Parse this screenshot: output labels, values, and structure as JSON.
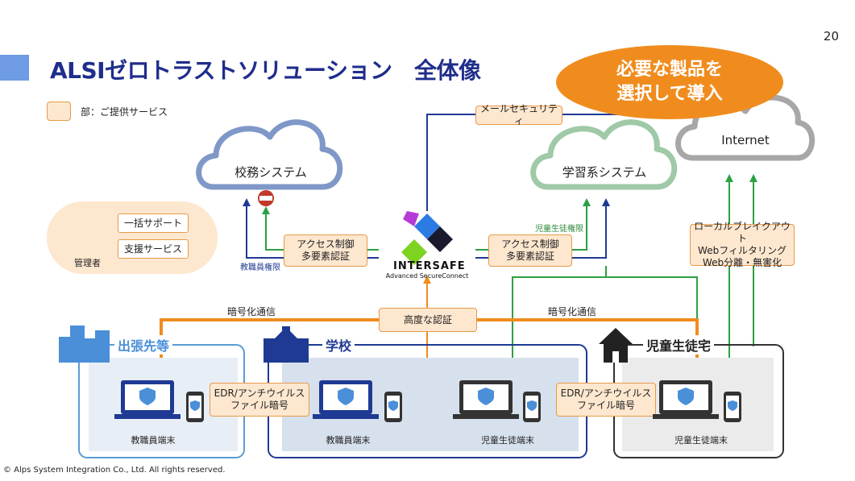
{
  "page_number": "20",
  "title": "ALSIゼロトラストソリューション　全体像",
  "legend": "部：ご提供サービス",
  "callout": [
    "必要な製品を",
    "選択して導入"
  ],
  "clouds": {
    "school_affairs": "校務システム",
    "learning": "学習系システム",
    "internet": "Internet"
  },
  "mail_security": "メールセキュリティ",
  "access_left": [
    "アクセス制御",
    "多要素認証"
  ],
  "access_right": [
    "アクセス制御",
    "多要素認証"
  ],
  "teacher_permission": "教職員権限",
  "student_permission": "児童生徒権限",
  "admin": {
    "label": "管理者",
    "support": "一括サポート",
    "service": "支援サービス"
  },
  "logo": {
    "name": "INTERSAFE",
    "sub": "Advanced SecureConnect"
  },
  "local_breakout": [
    "ローカルブレイクアウト",
    "Webフィルタリング",
    "Web分離・無害化"
  ],
  "encrypted_left": "暗号化通信",
  "encrypted_right": "暗号化通信",
  "advanced_auth": "高度な認証",
  "zones": {
    "business_trip": "出張先等",
    "school": "学校",
    "home": "児童生徒宅"
  },
  "edr_left": [
    "EDR/アンチウイルス",
    "ファイル暗号"
  ],
  "edr_right": [
    "EDR/アンチウイルス",
    "ファイル暗号"
  ],
  "devices": {
    "trip_teacher": "教職員端末",
    "school_teacher": "教職員端末",
    "school_student": "児童生徒端末",
    "home_student": "児童生徒端末"
  },
  "footer": "© Alps System Integration Co., Ltd. All rights reserved.",
  "colors": {
    "title": "#1f2d8c",
    "orange": "#f08c1e",
    "blue_line": "#1f3a93",
    "green_line": "#2ea043",
    "cloud_blue": "#7f98c8",
    "cloud_green": "#9fc9a7",
    "cloud_gray": "#a7a7a7"
  }
}
